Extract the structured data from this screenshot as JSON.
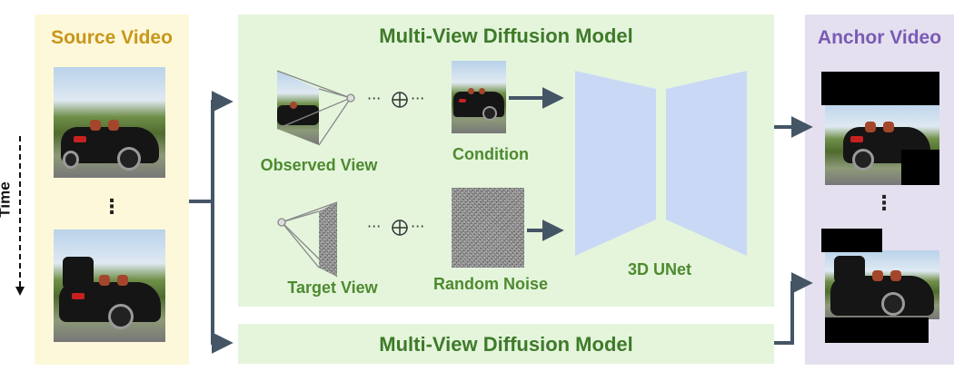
{
  "source_panel": {
    "title": "Source Video",
    "ellipsis": "⋮"
  },
  "time_label": "Time",
  "mvd_top": {
    "title": "Multi-View Diffusion Model",
    "observed_view_label": "Observed View",
    "condition_label": "Condition",
    "target_view_label": "Target View",
    "random_noise_label": "Random Noise",
    "unet_label": "3D UNet",
    "concat_symbol": "···⊕···"
  },
  "mvd_bottom": {
    "title": "Multi-View Diffusion Model"
  },
  "anchor_panel": {
    "title": "Anchor Video",
    "ellipsis": "⋮"
  },
  "colors": {
    "source_bg": "#fdf8d9",
    "source_title": "#c8961a",
    "mvd_bg": "#e4f5dc",
    "mvd_title": "#3f7a2a",
    "anchor_bg": "#e4e0ef",
    "anchor_title": "#7a5ab5",
    "unet": "#c9d8f5",
    "arrow": "#445566"
  }
}
